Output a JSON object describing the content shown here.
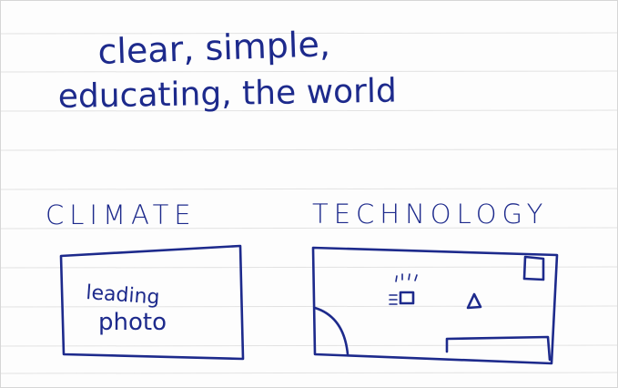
{
  "tagline": {
    "line1": "clear, simple,",
    "line2": "educating, the world"
  },
  "sections": {
    "climate": {
      "heading": "CLIMATE",
      "box_text_line1": "leading",
      "box_text_line2": "photo"
    },
    "technology": {
      "heading": "TECHNOLOGY"
    }
  },
  "ink_color": "#1d2a8c",
  "paper_line_color": "#dedede"
}
